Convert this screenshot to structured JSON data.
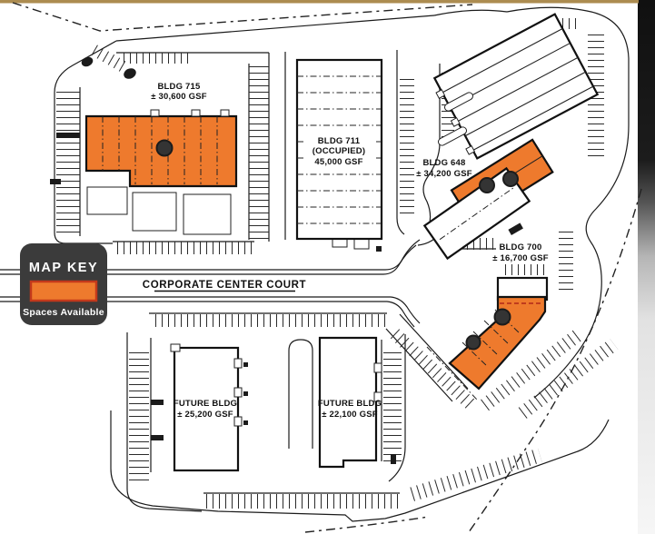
{
  "map_key": {
    "title": "MAP KEY",
    "legend_label": "Spaces Available",
    "panel_color": "#3B3B3B"
  },
  "street": {
    "name": "CORPORATE CENTER COURT"
  },
  "buildings": {
    "bldg715": {
      "name": "BLDG 715",
      "size": "± 30,600 GSF",
      "status": "available"
    },
    "bldg711": {
      "name": "BLDG 711",
      "note": "(OCCUPIED)",
      "size": "45,000 GSF",
      "status": "occupied"
    },
    "bldg648": {
      "name": "BLDG 648",
      "size": "± 34,200 GSF",
      "status": "partially available"
    },
    "bldg700": {
      "name": "BLDG 700",
      "size": "± 16,700 GSF",
      "status": "partially available"
    },
    "future1": {
      "name": "FUTURE BLDG",
      "size": "± 25,200 GSF",
      "status": "future"
    },
    "future2": {
      "name": "FUTURE BLDG",
      "size": "± 22,100 GSF",
      "status": "future"
    }
  },
  "colors": {
    "available": "#EE7A2D",
    "swatch_border": "#C3391B",
    "accent_bar": "#AC8C50",
    "line": "#1B1B1B"
  }
}
